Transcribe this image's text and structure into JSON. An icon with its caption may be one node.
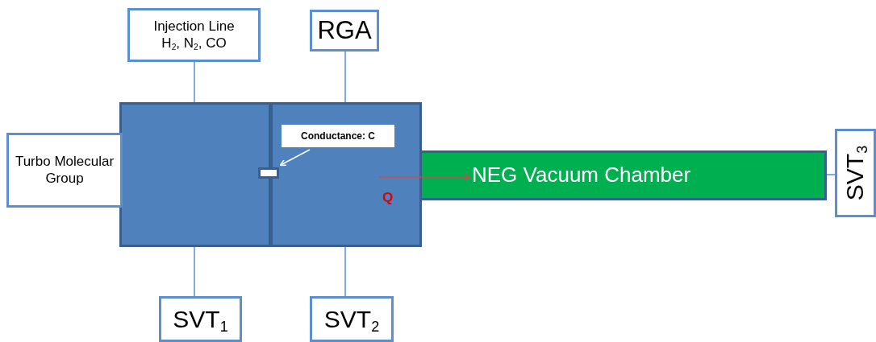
{
  "diagram": {
    "nodes": [
      {
        "text": [
          "Turbo Molecular Group"
        ]
      },
      {
        "text": [
          "Injection Line",
          "H$_{2}$, N$_{2}$, CO"
        ]
      },
      {
        "text": [
          "RGA"
        ]
      },
      {
        "text": [],
        "shape": "box"
      },
      {
        "text": [],
        "shape": "box"
      },
      {
        "text": [
          "Conductance: C"
        ],
        "in": 4
      },
      {
        "text": [],
        "shape": "box"
      },
      {
        "text": [
          "NEG Vacuum Chamber"
        ]
      },
      {
        "text": [
          "SVT$_{3}$"
        ]
      },
      {
        "text": [
          "SVT$_{1}$"
        ]
      },
      {
        "text": [
          "SVT$_{2}$"
        ]
      }
    ],
    "edges": [
      {
        "from": 1,
        "to": 3,
        "arrow": "none"
      },
      {
        "from": 2,
        "to": 4,
        "arrow": "none"
      },
      {
        "from": 3,
        "to": 9,
        "arrow": "none"
      },
      {
        "from": 4,
        "to": 10,
        "arrow": "none"
      },
      {
        "from": 7,
        "to": 8,
        "arrow": "none"
      },
      {
        "from": 5,
        "to": 6,
        "arrow": "to",
        "color": "#ffffff"
      },
      {
        "from": null,
        "to": 7,
        "arrow": "to",
        "color": "#c0504d"
      }
    ],
    "labels": [
      "Q"
    ]
  }
}
